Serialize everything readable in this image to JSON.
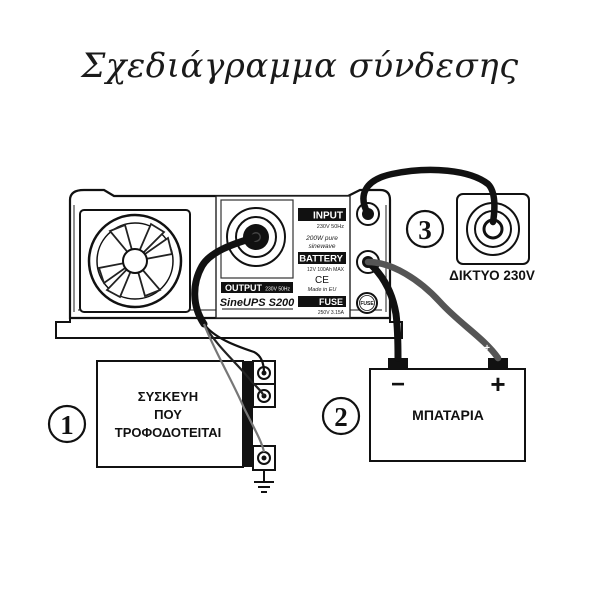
{
  "title": "Σχεδιάγραμμα σύνδεσης",
  "inverter": {
    "input_label": "INPUT",
    "input_spec": "230V 50Hz",
    "battery_label": "BATTERY",
    "battery_spec": "12V 100Ah MAX",
    "output_label": "OUTPUT",
    "output_spec": "230V 50Hz",
    "model": "SineUPS S200",
    "feature_line1": "200W pure",
    "feature_line2": "sinewave",
    "ce_mark": "CE",
    "made_in": "Made in EU",
    "fuse_label": "FUSE",
    "fuse_spec": "250V 3.15A",
    "fuse_button": "FUSE"
  },
  "device": {
    "number": "1",
    "line1": "ΣΥΣΚΕΥΗ",
    "line2": "ΠΟΥ",
    "line3": "ΤΡΟΦΟΔΟΤΕΙΤΑΙ"
  },
  "battery": {
    "number": "2",
    "label": "ΜΠΑΤΑΡΙΑ",
    "minus": "−",
    "plus": "+",
    "plus_small": "+"
  },
  "grid": {
    "number": "3",
    "label": "ΔΙΚΤΥΟ 230V"
  }
}
